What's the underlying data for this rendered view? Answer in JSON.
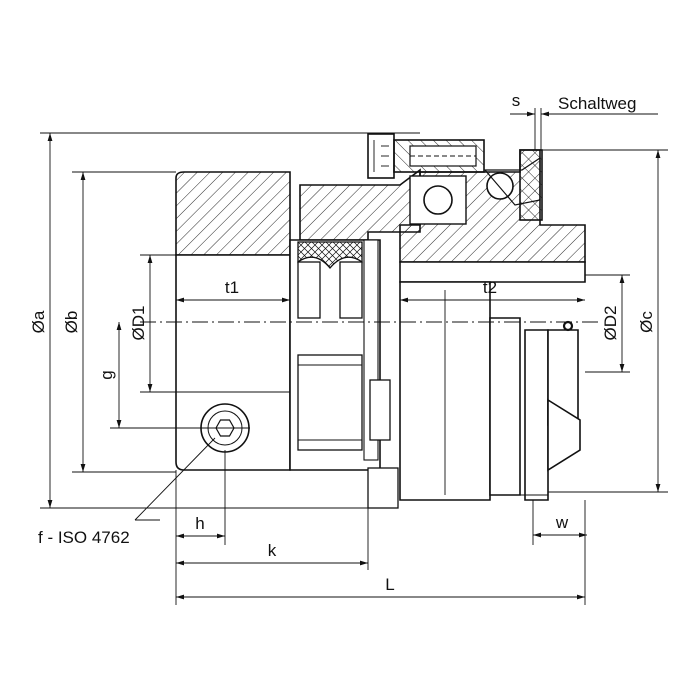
{
  "drawing": {
    "labels": {
      "a": "Øa",
      "b": "Øb",
      "d1": "ØD1",
      "g": "g",
      "t1": "t1",
      "t2": "t2",
      "d2": "ØD2",
      "c": "Øc",
      "s": "s",
      "schaltweg": "Schaltweg",
      "screw": "f - ISO 4762",
      "h": "h",
      "k": "k",
      "L": "L",
      "w": "w"
    }
  }
}
